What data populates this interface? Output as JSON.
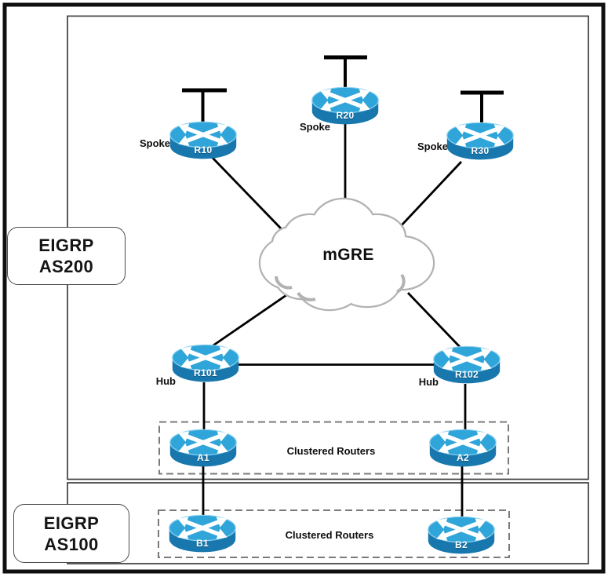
{
  "zones": {
    "as200": {
      "line1": "EIGRP",
      "line2": "AS200"
    },
    "as100": {
      "line1": "EIGRP",
      "line2": "AS100"
    }
  },
  "cloud": {
    "label": "mGRE"
  },
  "clusters": {
    "a": {
      "label": "Clustered Routers"
    },
    "b": {
      "label": "Clustered Routers"
    }
  },
  "routers": {
    "r10": {
      "label": "R10",
      "role": "Spoke"
    },
    "r20": {
      "label": "R20",
      "role": "Spoke"
    },
    "r30": {
      "label": "R30",
      "role": "Spoke"
    },
    "r101": {
      "label": "R101",
      "role": "Hub"
    },
    "r102": {
      "label": "R102",
      "role": "Hub"
    },
    "a1": {
      "label": "A1"
    },
    "a2": {
      "label": "A2"
    },
    "b1": {
      "label": "B1"
    },
    "b2": {
      "label": "B2"
    }
  },
  "colors": {
    "router_top": "#2fa5da",
    "router_top_rim": "#8ed2ef",
    "router_body": "#1878ae",
    "cloud_stroke": "#b2b2b2",
    "link": "#000000",
    "boundary": "#3d3d3d",
    "dashed_box": "#7a7a7a"
  }
}
